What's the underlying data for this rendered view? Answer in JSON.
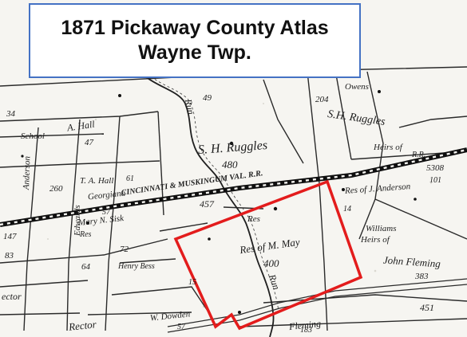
{
  "title": {
    "line1": "1871 Pickaway County Atlas",
    "line2": "Wayne Twp."
  },
  "colors": {
    "highlight": "#e31c1c",
    "title_border": "#4472c4",
    "ink": "#1d1d1d",
    "paper": "#f6f5f1"
  },
  "map_labels": {
    "run_upper": "Run",
    "run_lower": "Run",
    "lot_49": "49",
    "ruggles_top": "S.H. Ruggles",
    "ruggles_center": "S. H. Ruggles",
    "acres_480": "480",
    "owens": "Owens",
    "acres_204": "204",
    "acres_34": "34",
    "school": "School",
    "hall_upper": "A. Hall",
    "acres_47": "47",
    "railroad": "CINCINNATI & MUSKINGUM VAL. R.R.",
    "heirs_of": "Heirs of",
    "rr": "R.R.",
    "acres_5308": "5308",
    "acres_1014": "101",
    "res_of_anderson": "Res of J. Anderson",
    "acres_260": "260",
    "hall_lower": "T. A. Hall",
    "acres_61": "61",
    "georgiana": "Georgiana",
    "anderson_left": "Anderson",
    "acres_57": "57",
    "acres_457": "457",
    "res_center": "Res",
    "sisk": "Mary N. Sisk",
    "res_left": "Res",
    "acres_147": "147",
    "edwards": "Edwards",
    "acres_72": "72",
    "henry_bess": "Henry Bess",
    "acres_64": "64",
    "res_of_may": "Res of M. May",
    "acres_400": "400",
    "acres_14": "14",
    "williams": "Williams",
    "heirs_of_right": "Heirs of",
    "john_fleming": "John Fleming",
    "acres_383": "383",
    "acres_15": "15",
    "dowden": "W. Dowden",
    "acres_57b": "57",
    "rector_left": "ector",
    "rector_bottom": "Rector",
    "acres_451": "451",
    "fleming_bottom": "Fleming",
    "acres_183": "183",
    "acres_83": "83"
  }
}
